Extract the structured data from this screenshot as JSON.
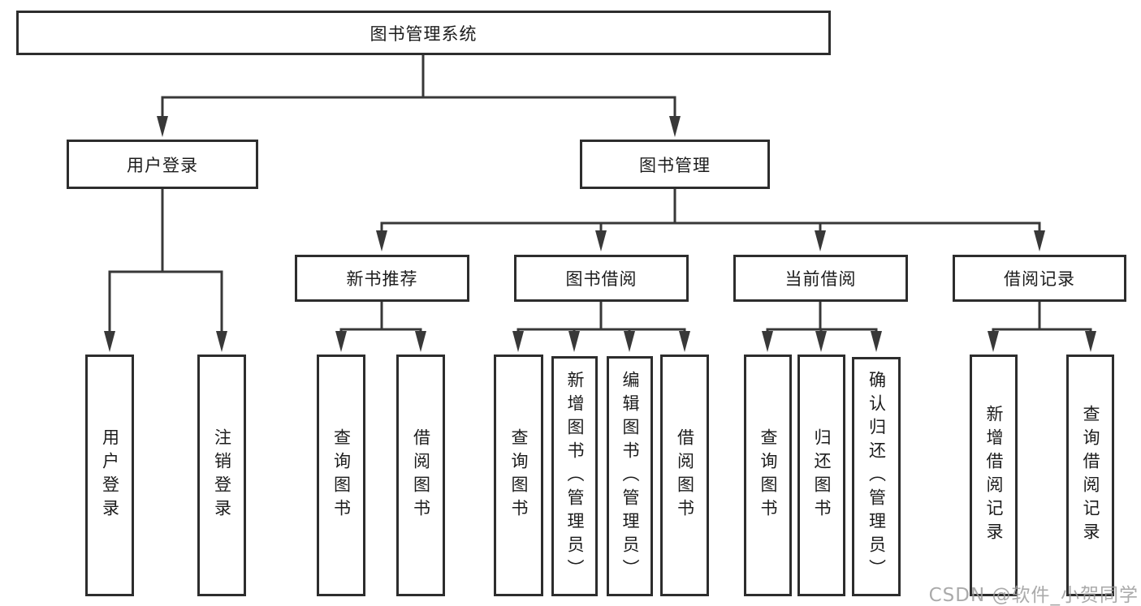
{
  "diagram": {
    "root": {
      "label": "图书管理系统",
      "children": [
        {
          "label": "用户登录",
          "children": [
            {
              "label": "用户登录"
            },
            {
              "label": "注销登录"
            }
          ]
        },
        {
          "label": "图书管理",
          "children": [
            {
              "label": "新书推荐",
              "children": [
                {
                  "label": "查询图书"
                },
                {
                  "label": "借阅图书"
                }
              ]
            },
            {
              "label": "图书借阅",
              "children": [
                {
                  "label": "查询图书"
                },
                {
                  "label": "新增图书（管理员）"
                },
                {
                  "label": "编辑图书（管理员）"
                },
                {
                  "label": "借阅图书"
                }
              ]
            },
            {
              "label": "当前借阅",
              "children": [
                {
                  "label": "查询图书"
                },
                {
                  "label": "归还图书"
                },
                {
                  "label": "确认归还（管理员）"
                }
              ]
            },
            {
              "label": "借阅记录",
              "children": [
                {
                  "label": "新增借阅记录"
                },
                {
                  "label": "查询借阅记录"
                }
              ]
            }
          ]
        }
      ]
    }
  },
  "watermark": {
    "text": "CSDN @软件_小贺同学"
  },
  "colors": {
    "line": "#383838",
    "border": "#2d2d2d",
    "text": "#1c1c1c",
    "background": "#ffffff",
    "watermark": "#9c9c9c"
  }
}
